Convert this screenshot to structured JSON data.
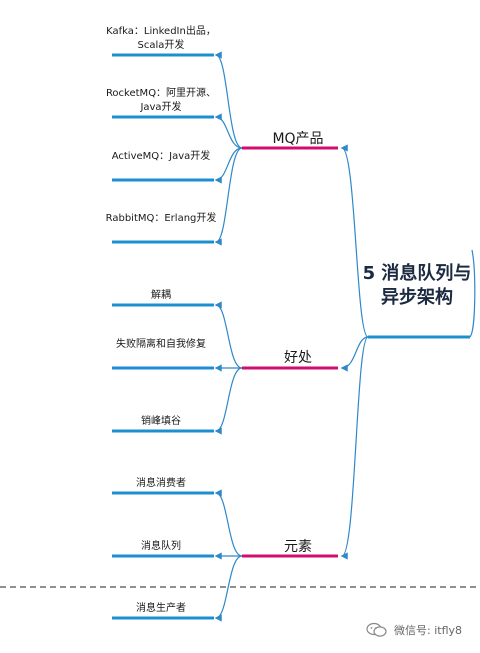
{
  "colors": {
    "connector": "#2e88c9",
    "leaf_line": "#1c8fd1",
    "branch_line": "#d10e6e",
    "root_line": "#1c8fd1",
    "dash": "#222222"
  },
  "root": {
    "title": "5 消息队列与异步架构"
  },
  "branches": [
    {
      "label": "MQ产品",
      "children": [
        "Kafka：LinkedIn出品，Scala开发",
        "RocketMQ：阿里开源、Java开发",
        "ActiveMQ：Java开发",
        "RabbitMQ：Erlang开发"
      ]
    },
    {
      "label": "好处",
      "children": [
        "解耦",
        "失败隔离和自我修复",
        "销峰填谷"
      ]
    },
    {
      "label": "元素",
      "children": [
        "消息消费者",
        "消息队列",
        "消息生产者"
      ]
    }
  ],
  "watermark": {
    "icon": "wechat-icon",
    "text": "微信号: itfly8"
  }
}
